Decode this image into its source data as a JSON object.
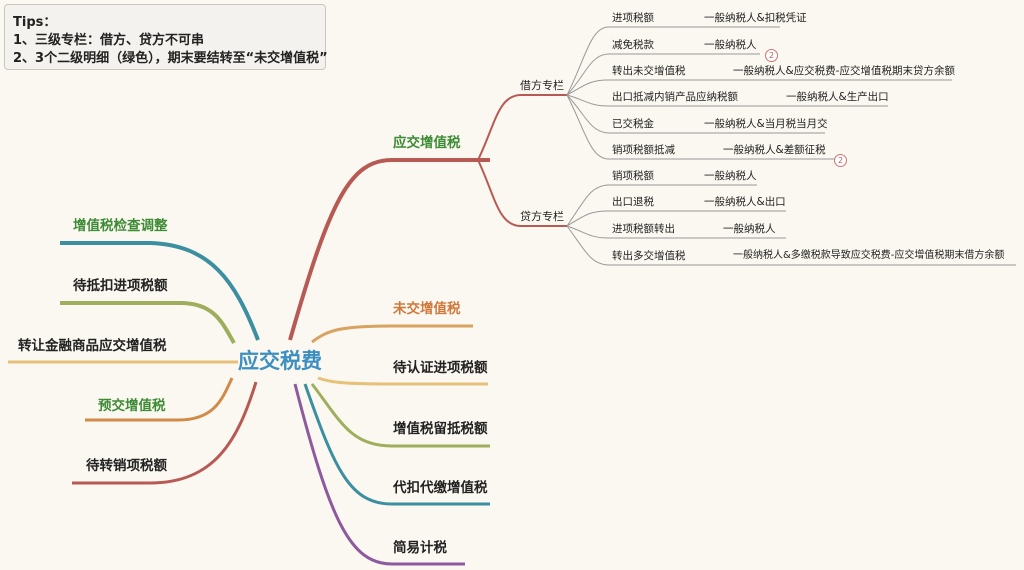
{
  "tips": {
    "title": "Tips：",
    "line1": "1、三级专栏：借方、贷方不可串",
    "line2": "2、3个二级明细（绿色），期末要结转至“未交增值税”"
  },
  "root": "应交税费",
  "right_branches": {
    "vat_payable": "应交增值税",
    "unpaid_vat": "未交增值税",
    "pending_cert": "待认证进项税额",
    "retained_credit": "增值税留抵税额",
    "withholding": "代扣代缴增值税",
    "simple_tax": "简易计税"
  },
  "left_branches": {
    "vat_inspection": "增值税检查调整",
    "pending_deduct": "待抵扣进项税额",
    "financial_transfer": "转让金融商品应交增值税",
    "prepaid_vat": "预交增值税",
    "pending_output": "待转销项税额"
  },
  "debit": {
    "label": "借方专栏",
    "items": [
      {
        "name": "进项税额",
        "note": "一般纳税人&扣税凭证"
      },
      {
        "name": "减免税款",
        "note": "一般纳税人",
        "badge": "2"
      },
      {
        "name": "转出未交增值税",
        "note": "一般纳税人&应交税费-应交增值税期末贷方余额"
      },
      {
        "name": "出口抵减内销产品应纳税额",
        "note": "一般纳税人&生产出口"
      },
      {
        "name": "已交税金",
        "note": "一般纳税人&当月税当月交"
      },
      {
        "name": "销项税额抵减",
        "note": "一般纳税人&差额征税",
        "badge": "2"
      }
    ]
  },
  "credit": {
    "label": "贷方专栏",
    "items": [
      {
        "name": "销项税额",
        "note": "一般纳税人"
      },
      {
        "name": "出口退税",
        "note": "一般纳税人&出口"
      },
      {
        "name": "进项税额转出",
        "note": "一般纳税人"
      },
      {
        "name": "转出多交增值税",
        "note": "一般纳税人&多缴税款导致应交税费-应交增值税期末借方余额"
      }
    ]
  },
  "colors": {
    "vat_payable": "#b85a54",
    "unpaid_vat": "#d8a25f",
    "pending_cert": "#e7c079",
    "retained_credit": "#9fae5c",
    "withholding": "#3b8fa0",
    "simple_tax": "#8d5a9e",
    "vat_inspection": "#3b8fa0",
    "pending_deduct": "#9fae5c",
    "financial_transfer": "#e7c079",
    "prepaid_vat": "#d18a48",
    "pending_output": "#b85a54",
    "leaf_line": "#999999",
    "title_green": "#3d8b34",
    "title_orange": "#d0783a"
  }
}
